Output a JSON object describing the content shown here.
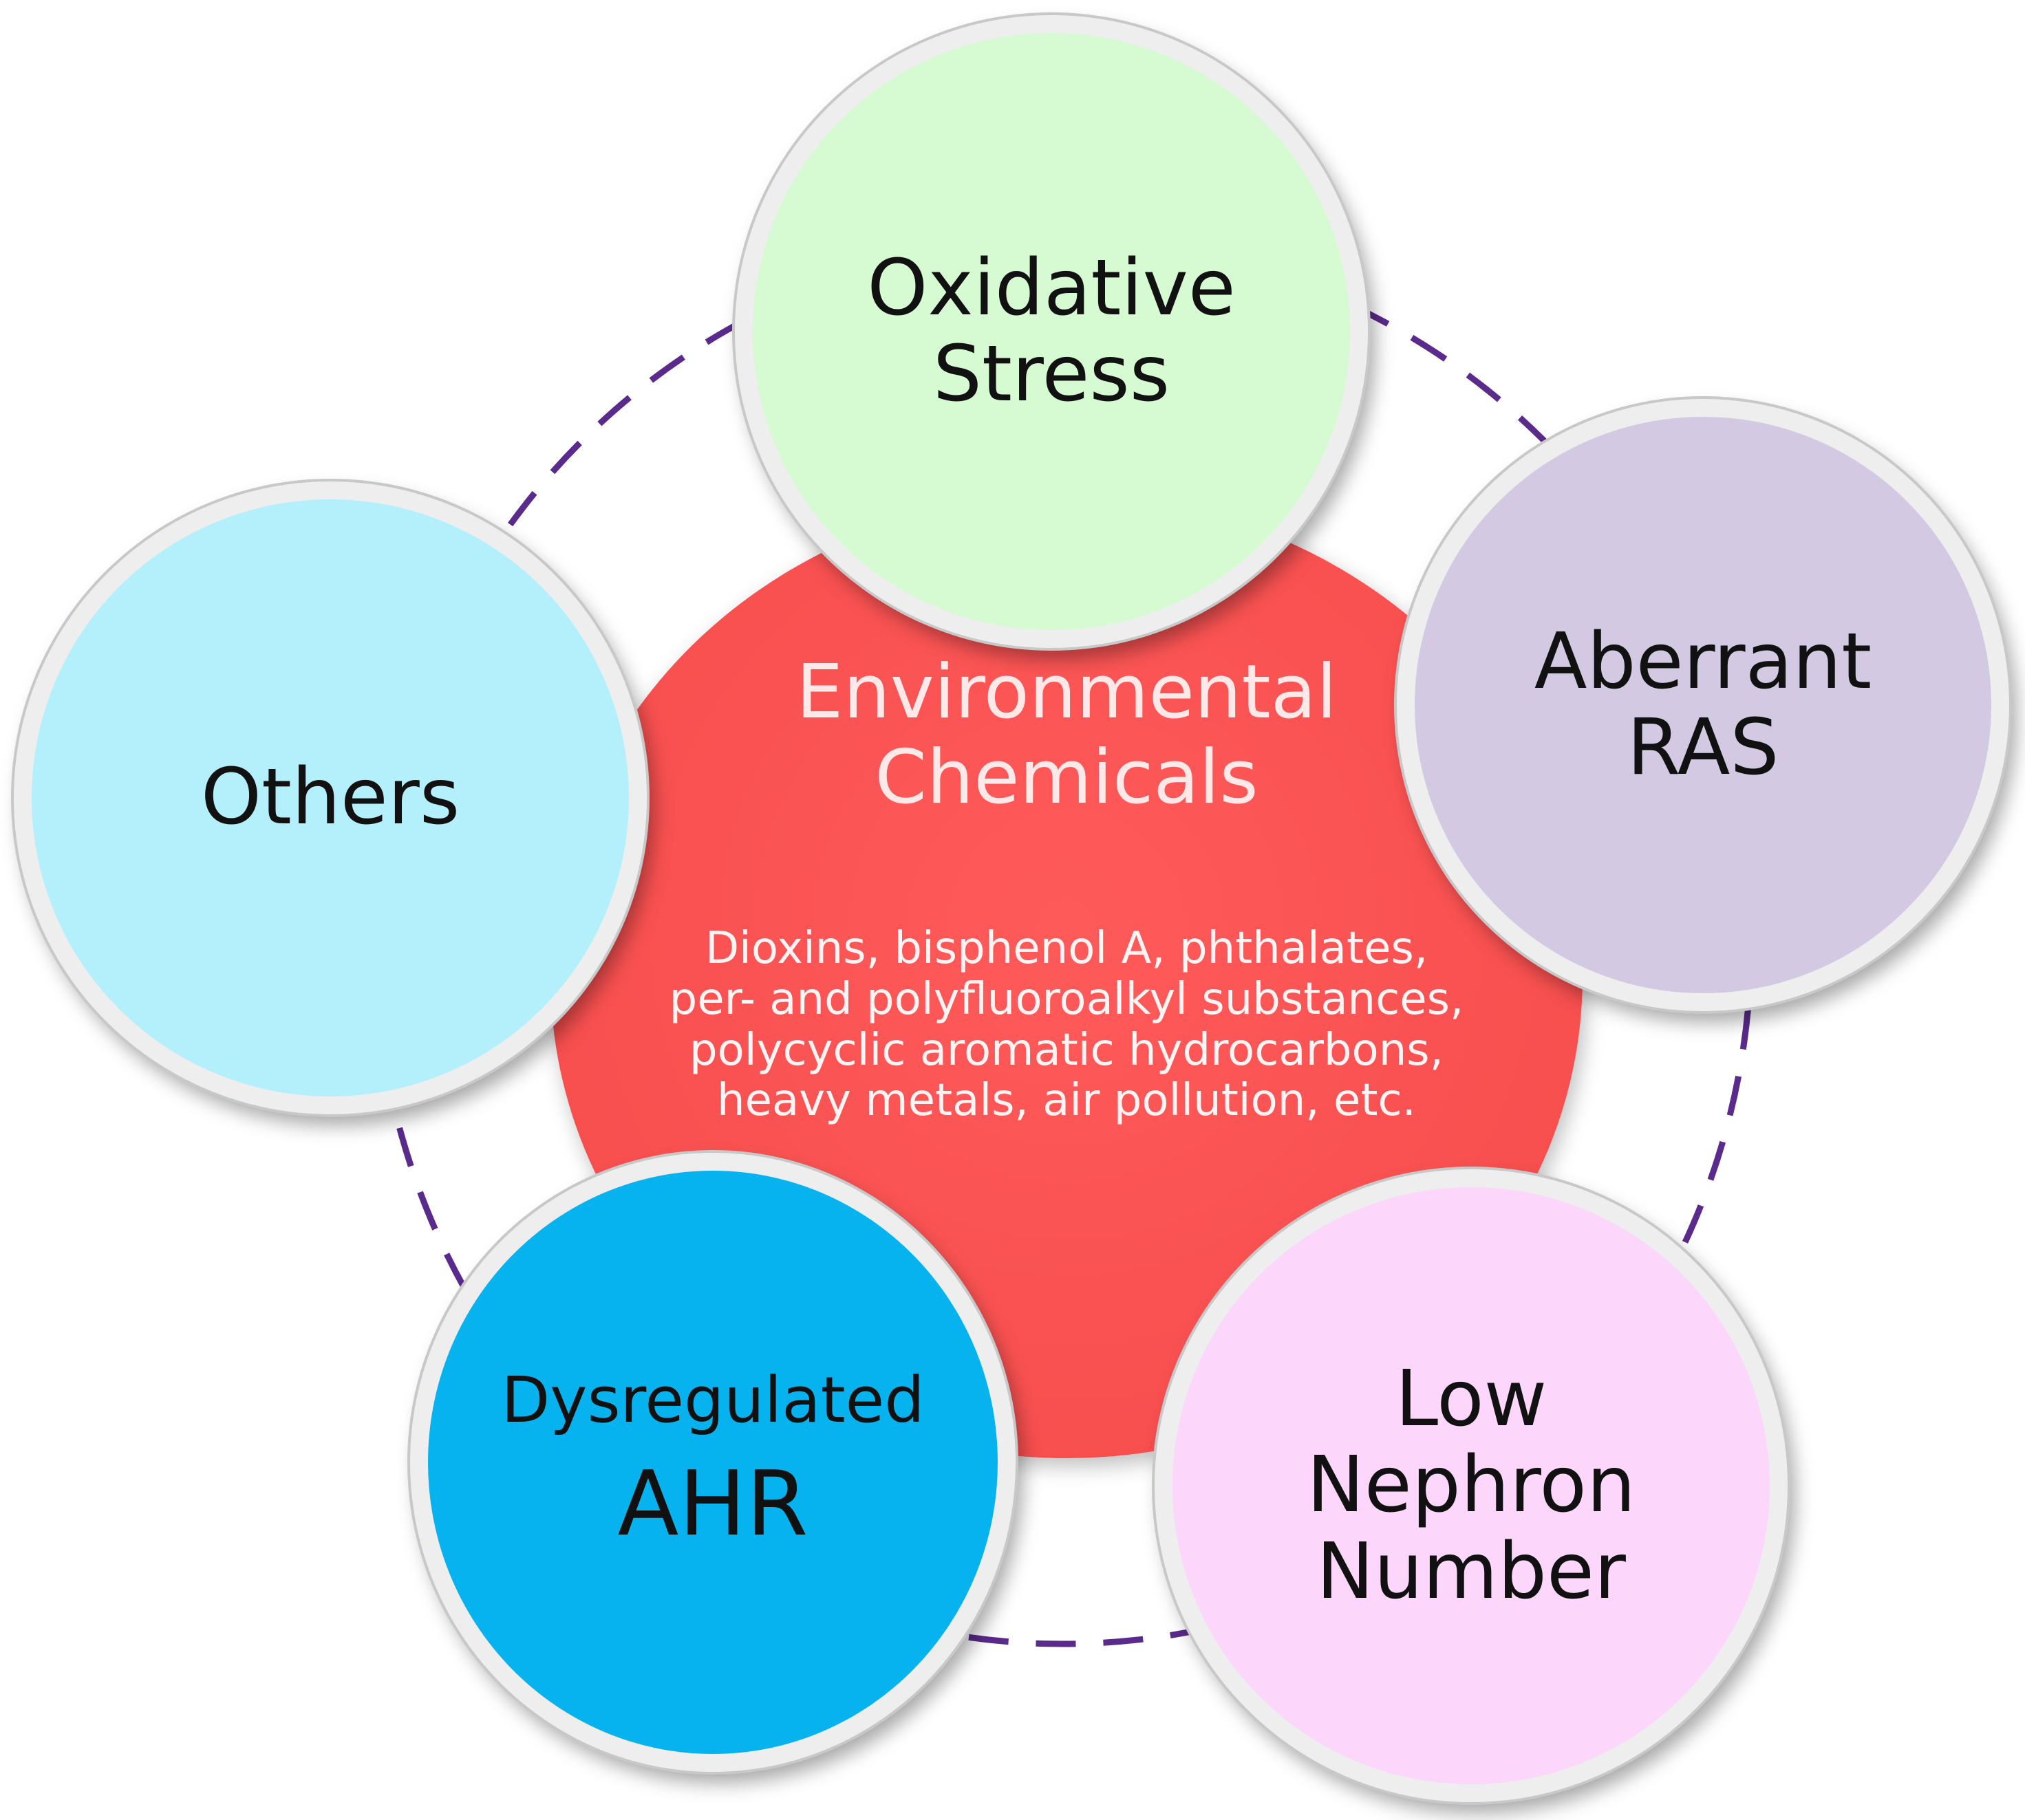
{
  "center": {
    "title": "Environmental\nChemicals",
    "description": "Dioxins, bisphenol A, phthalates,\nper- and polyfluoroalkyl substances,\npolycyclic aromatic hydrocarbons,\nheavy metals, air pollution, etc.",
    "color": "#f84f4f"
  },
  "satellites": {
    "oxidative_stress": {
      "label": "Oxidative\nStress",
      "color": "#d6fad2"
    },
    "aberrant_ras": {
      "label": "Aberrant\nRAS",
      "color": "#d3c9e3"
    },
    "others": {
      "label": "Others",
      "color": "#b4f0fb"
    },
    "dysregulated_ahr": {
      "label_line1": "Dysregulated",
      "label_line2": "AHR",
      "color": "#07b3ef"
    },
    "low_nephron_number": {
      "label": "Low\nNephron\nNumber",
      "color": "#fcd6fb"
    }
  },
  "ring": {
    "style": "dashed",
    "color": "#5a2a8c"
  }
}
